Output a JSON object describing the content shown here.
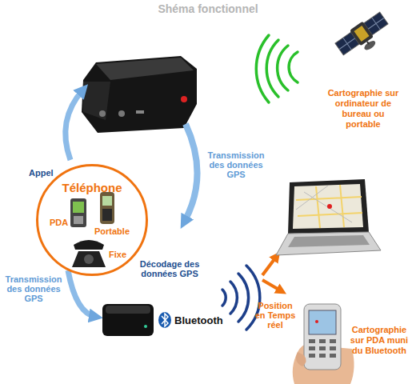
{
  "diagram": {
    "title": "Shéma fonctionnel",
    "nodes": [
      {
        "text": [
          "Téléphone",
          "PDA",
          "Portable",
          "Fixe"
        ]
      }
    ],
    "labels": [
      "Appel",
      "Transmission des données GPS",
      "Transmission des données GPS",
      "Décodage des données GPS",
      "Bluetooth",
      "Position en Temps réel",
      "Cartographie sur ordinateur de bureau ou portable",
      "Cartographie sur PDA muni du Bluetooth"
    ]
  }
}
